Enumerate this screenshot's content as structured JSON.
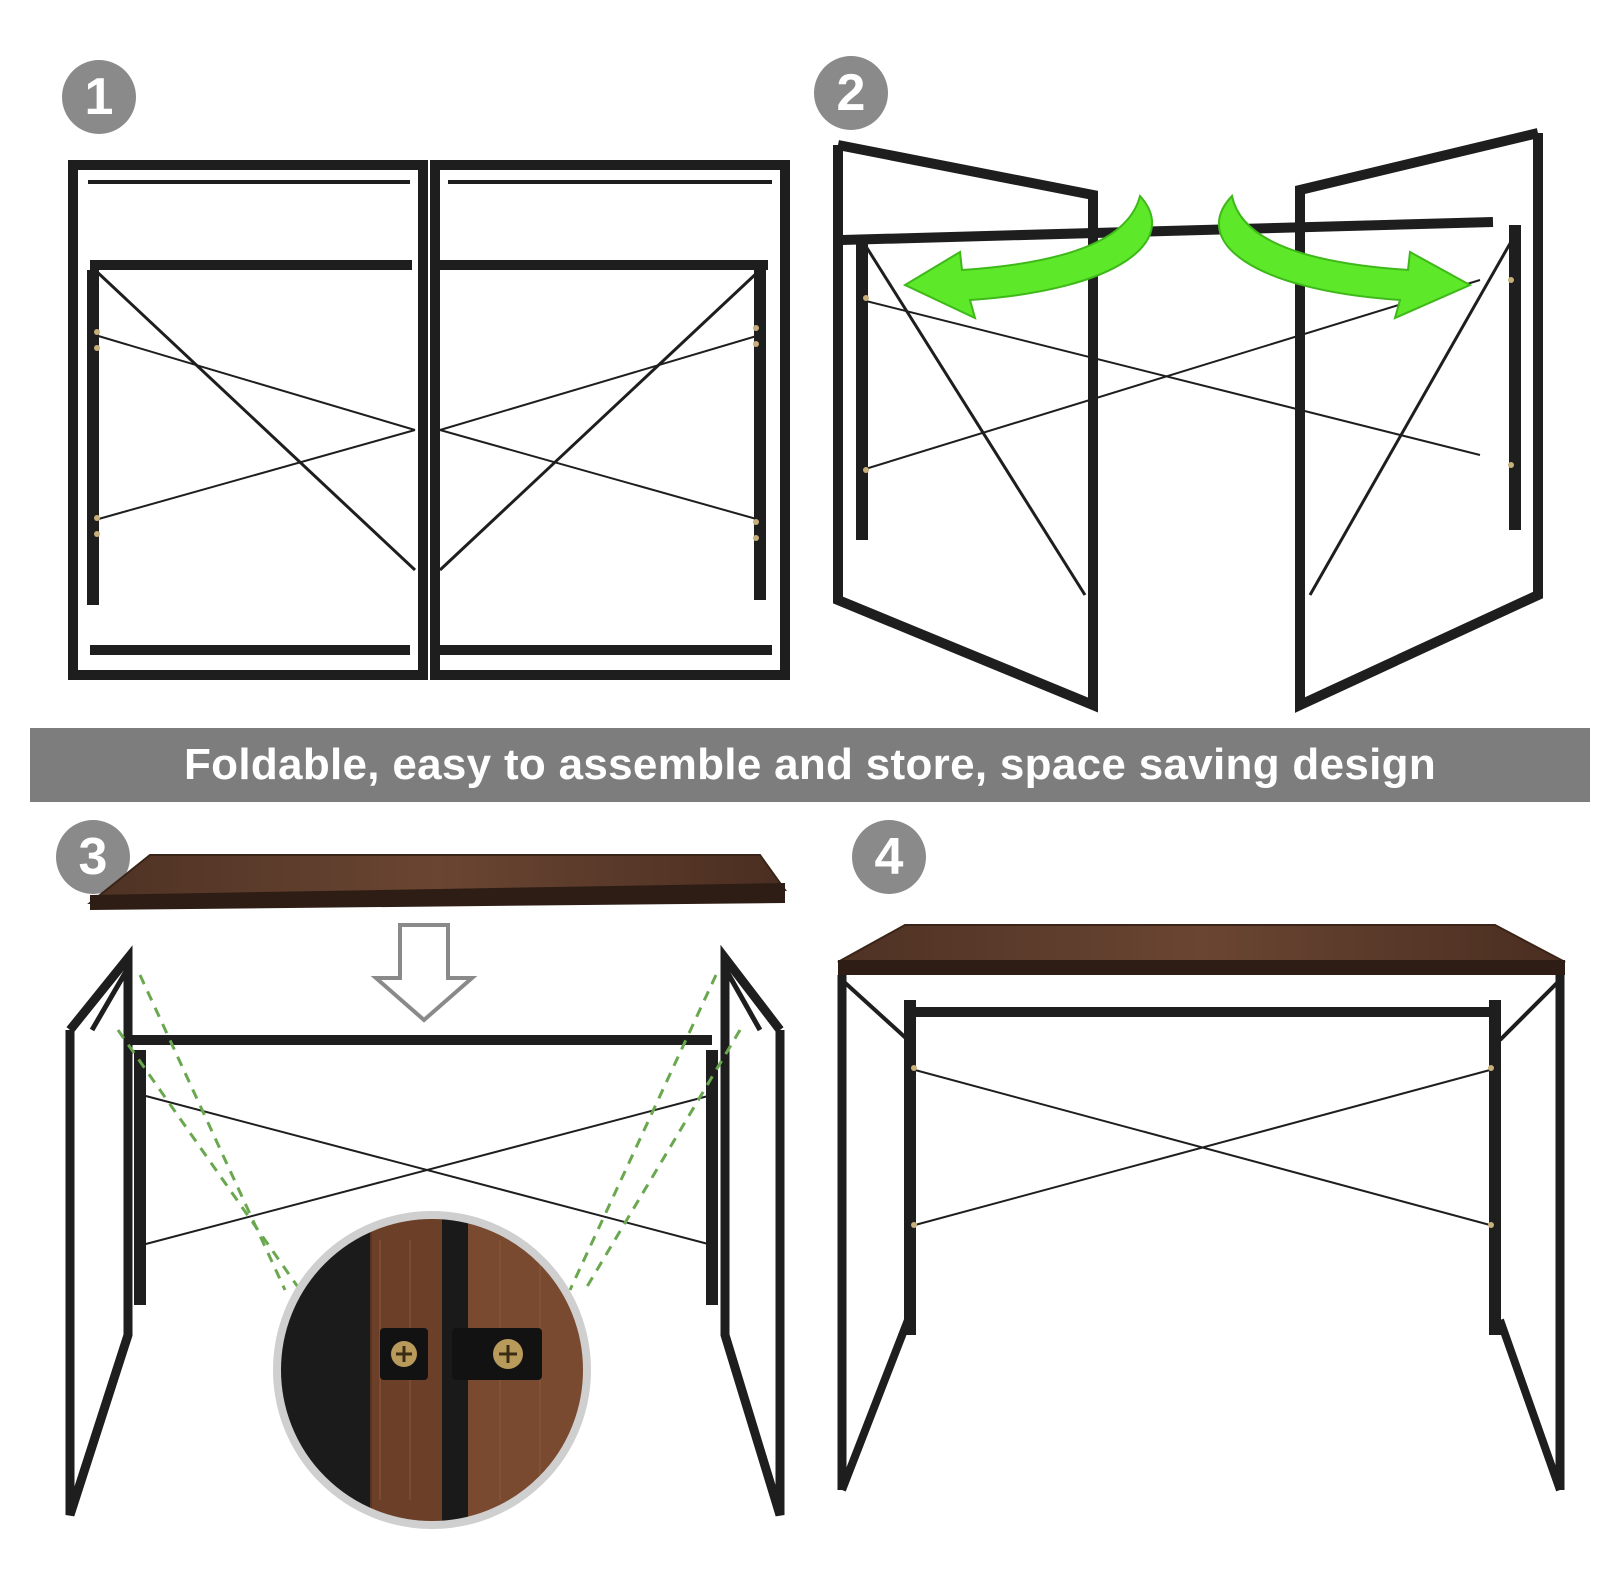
{
  "steps": [
    {
      "number": "1"
    },
    {
      "number": "2"
    },
    {
      "number": "3"
    },
    {
      "number": "4"
    }
  ],
  "banner": {
    "text": "Foldable, easy to assemble and store, space saving design"
  },
  "colors": {
    "frame": "#1e1e1e",
    "badge": "#8a8a8a",
    "banner": "#7d7d7d",
    "arrow_green": "#5ee82a",
    "wood": "#5a3a2a",
    "dashed_guide": "#6aa84f"
  },
  "icons": {
    "step_badge": "circled-number",
    "unfold_arrows": "curved-arrow-icon",
    "down_arrow": "down-arrow-icon",
    "zoom_detail": "hinge-screw-closeup"
  }
}
